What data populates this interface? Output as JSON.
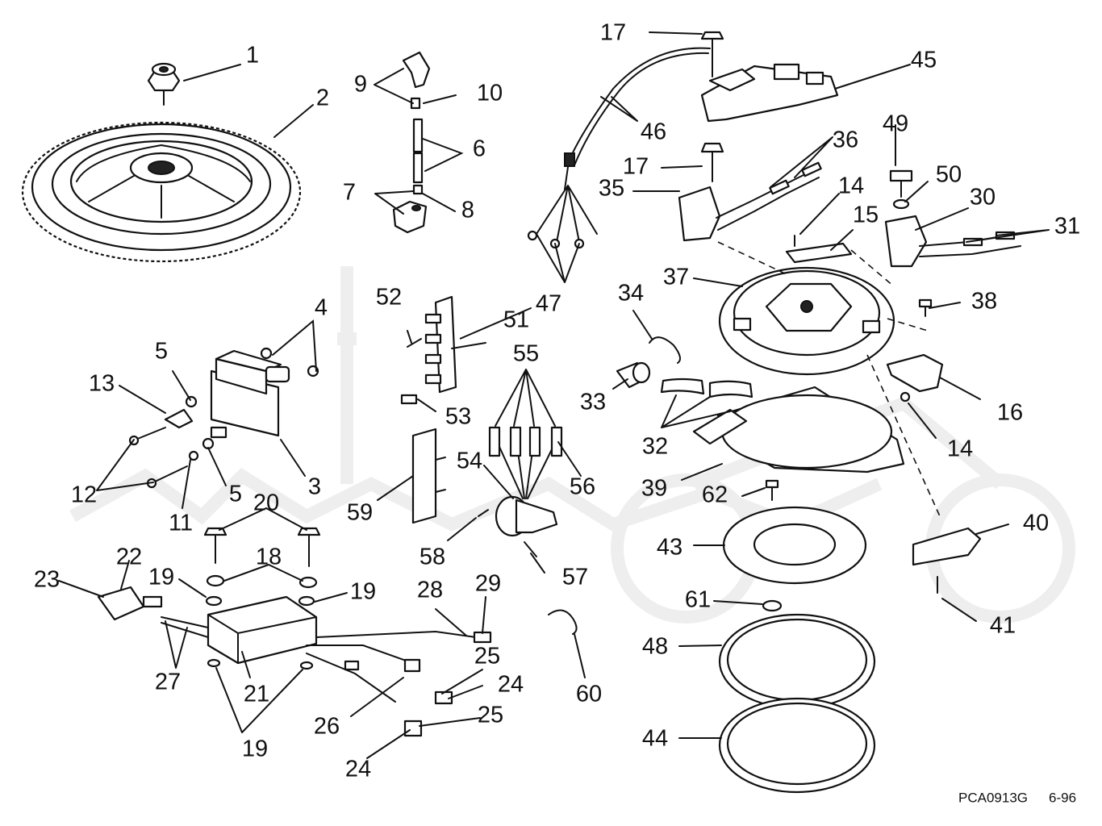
{
  "diagram": {
    "callouts": [
      "1",
      "2",
      "3",
      "4",
      "5",
      "5",
      "6",
      "7",
      "8",
      "9",
      "10",
      "11",
      "12",
      "13",
      "14",
      "14",
      "15",
      "16",
      "17",
      "17",
      "18",
      "19",
      "19",
      "19",
      "20",
      "21",
      "22",
      "23",
      "24",
      "24",
      "25",
      "25",
      "26",
      "27",
      "28",
      "29",
      "30",
      "31",
      "32",
      "33",
      "34",
      "35",
      "36",
      "37",
      "38",
      "39",
      "40",
      "41",
      "43",
      "44",
      "45",
      "46",
      "47",
      "48",
      "49",
      "50",
      "51",
      "52",
      "53",
      "54",
      "55",
      "56",
      "57",
      "58",
      "59",
      "60",
      "61",
      "62"
    ],
    "drawing_code": "PCA0913G",
    "drawing_date": "6-96"
  }
}
